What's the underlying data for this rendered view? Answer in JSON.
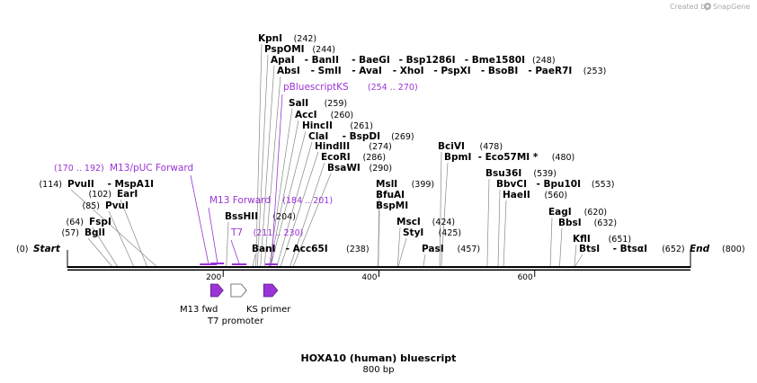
{
  "credit": {
    "text": "Created by",
    "brand": "SnapGene"
  },
  "title": "HOXA10 (human) bluescript",
  "subtitle": "800 bp",
  "sequence_length": 800,
  "ends": {
    "start": {
      "label": "Start",
      "pos": "(0)"
    },
    "end": {
      "label": "End",
      "pos": "(800)"
    }
  },
  "scale_ticks": [
    {
      "value": 200,
      "label": "200"
    },
    {
      "value": 400,
      "label": "400"
    },
    {
      "value": 600,
      "label": "600"
    }
  ],
  "sites": [
    {
      "pos": 57,
      "parts": [
        "BglI"
      ],
      "posText": "(57)"
    },
    {
      "pos": 64,
      "parts": [
        "FspI"
      ],
      "posText": "(64)"
    },
    {
      "pos": 85,
      "parts": [
        "PvuI"
      ],
      "posText": "(85)"
    },
    {
      "pos": 102,
      "parts": [
        "EarI"
      ],
      "posText": "(102)"
    },
    {
      "pos": 114,
      "parts": [
        "PvuII",
        "MspA1I"
      ],
      "posText": "(114)"
    },
    {
      "pos": 204,
      "parts": [
        "BssHII"
      ],
      "posText": "(204)"
    },
    {
      "pos": 238,
      "parts": [
        "BanI",
        "Acc65I"
      ],
      "posText": "(238)"
    },
    {
      "pos": 242,
      "parts": [
        "KpnI"
      ],
      "posText": "(242)"
    },
    {
      "pos": 244,
      "parts": [
        "PspOMI"
      ],
      "posText": "(244)"
    },
    {
      "pos": 248,
      "parts": [
        "ApaI",
        "BanII",
        "BaeGI",
        "Bsp1286I",
        "Bme1580I"
      ],
      "posText": "(248)"
    },
    {
      "pos": 253,
      "parts": [
        "AbsI",
        "SmlI",
        "AvaI",
        "XhoI",
        "PspXI",
        "BsoBI",
        "PaeR7I"
      ],
      "posText": "(253)"
    },
    {
      "pos": 259,
      "parts": [
        "SalI"
      ],
      "posText": "(259)"
    },
    {
      "pos": 260,
      "parts": [
        "AccI"
      ],
      "posText": "(260)"
    },
    {
      "pos": 261,
      "parts": [
        "HincII"
      ],
      "posText": "(261)"
    },
    {
      "pos": 269,
      "parts": [
        "ClaI",
        "BspDI"
      ],
      "posText": "(269)"
    },
    {
      "pos": 274,
      "parts": [
        "HindIII"
      ],
      "posText": "(274)"
    },
    {
      "pos": 286,
      "parts": [
        "EcoRI"
      ],
      "posText": "(286)"
    },
    {
      "pos": 290,
      "parts": [
        "BsaWI"
      ],
      "posText": "(290)"
    },
    {
      "pos": 399,
      "parts": [
        "MslI"
      ],
      "posText": "(399)"
    },
    {
      "pos": 399,
      "parts": [
        "BfuAI"
      ],
      "posText": ""
    },
    {
      "pos": 399,
      "parts": [
        "BspMI"
      ],
      "posText": ""
    },
    {
      "pos": 424,
      "parts": [
        "MscI"
      ],
      "posText": "(424)"
    },
    {
      "pos": 425,
      "parts": [
        "StyI"
      ],
      "posText": "(425)"
    },
    {
      "pos": 457,
      "parts": [
        "PasI"
      ],
      "posText": "(457)"
    },
    {
      "pos": 478,
      "parts": [
        "BciVI"
      ],
      "posText": "(478)"
    },
    {
      "pos": 480,
      "parts": [
        "BpmI",
        "Eco57MI *"
      ],
      "posText": "(480)"
    },
    {
      "pos": 539,
      "parts": [
        "Bsu36I"
      ],
      "posText": "(539)"
    },
    {
      "pos": 553,
      "parts": [
        "BbvCI",
        "Bpu10I"
      ],
      "posText": "(553)"
    },
    {
      "pos": 560,
      "parts": [
        "HaeII"
      ],
      "posText": "(560)"
    },
    {
      "pos": 620,
      "parts": [
        "EagI"
      ],
      "posText": "(620)"
    },
    {
      "pos": 632,
      "parts": [
        "BbsI"
      ],
      "posText": "(632)"
    },
    {
      "pos": 651,
      "parts": [
        "KflI"
      ],
      "posText": "(651)"
    },
    {
      "pos": 652,
      "parts": [
        "BtsI",
        "BtsαI"
      ],
      "posText": "(652)"
    }
  ],
  "features": [
    {
      "name": "M13/pUC Forward",
      "range": "(170 .. 192)",
      "start": 170,
      "end": 192
    },
    {
      "name": "M13 Forward",
      "range": "(184 .. 201)",
      "start": 184,
      "end": 201
    },
    {
      "name": "T7",
      "range": "(211 .. 230)",
      "start": 211,
      "end": 230
    },
    {
      "name": "pBluescriptKS",
      "range": "(254 .. 270)",
      "start": 254,
      "end": 270
    }
  ],
  "primers": [
    {
      "name": "M13 fwd",
      "start": 184,
      "end": 200,
      "filled": true
    },
    {
      "name": "T7 promoter",
      "start": 210,
      "end": 230,
      "filled": false
    },
    {
      "name": "KS primer",
      "start": 252,
      "end": 270,
      "filled": true
    }
  ],
  "colors": {
    "feature": "#9a34d6",
    "primer_fill": "#9a34d6",
    "leader": "#888888",
    "backbone": "#000000"
  }
}
